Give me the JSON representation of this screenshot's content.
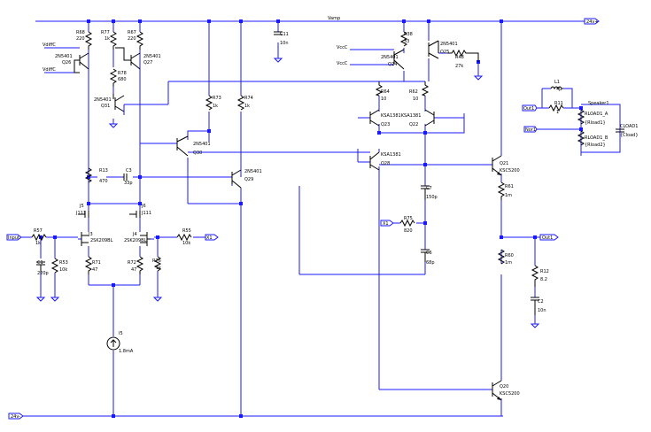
{
  "nets": {
    "vamp": "Vamp",
    "vplus": "24v+",
    "vminus": "24v-",
    "vdiffc_a": "VdiffC",
    "vdiffc_b": "VdiffC",
    "vccc_a": "VccC",
    "vccc_b": "VccC",
    "input": "Input",
    "x1_a": "X1",
    "x1_b": "X1",
    "out1_a": "Out1",
    "out1_b": "Out1",
    "nor1": "Nor1"
  },
  "components": {
    "R68": {
      "ref": "R68",
      "val": "220"
    },
    "R77": {
      "ref": "R77",
      "val": "1k"
    },
    "R67": {
      "ref": "R67",
      "val": "220"
    },
    "Q26": {
      "ref": "2N5401",
      "val": "Q26"
    },
    "Q27": {
      "ref": "2N5401",
      "val": "Q27"
    },
    "R78": {
      "ref": "R78",
      "val": "680"
    },
    "Q31": {
      "ref": "2N5401",
      "val": "Q31"
    },
    "R73": {
      "ref": "R73",
      "val": "1k"
    },
    "R74": {
      "ref": "R74",
      "val": "1k"
    },
    "C11": {
      "ref": "C11",
      "val": "10n"
    },
    "R38": {
      "ref": "R38",
      "val": "33"
    },
    "Q24": {
      "ref": "2N5401",
      "val": "Q24"
    },
    "Q25": {
      "ref": "2N5401",
      "val": "Q25"
    },
    "R48": {
      "ref": "R48",
      "val": "27k"
    },
    "R64": {
      "ref": "R64",
      "val": "10"
    },
    "R62": {
      "ref": "R62",
      "val": "10"
    },
    "Q23": {
      "ref": "KSA1381KSA1381",
      "val": "Q23"
    },
    "Q22": {
      "ref": "",
      "val": "Q22"
    },
    "Q28": {
      "ref": "KSA1381",
      "val": "Q28"
    },
    "Q30": {
      "ref": "2N5401",
      "val": "Q30"
    },
    "Q29": {
      "ref": "2N5401",
      "val": "Q29"
    },
    "R13": {
      "ref": "R13",
      "val": "470"
    },
    "C3": {
      "ref": "C3",
      "val": "33p"
    },
    "J5": {
      "ref": "J5",
      "val": "J111"
    },
    "J6": {
      "ref": "J6",
      "val": "J111"
    },
    "J3": {
      "ref": "J3",
      "val": "2SK209BL"
    },
    "J4": {
      "ref": "J4",
      "val": "2SK209BL"
    },
    "R57": {
      "ref": "R57",
      "val": "1k"
    },
    "R55": {
      "ref": "R55",
      "val": "10k"
    },
    "C1": {
      "ref": "C1",
      "val": "220p"
    },
    "R53": {
      "ref": "R53",
      "val": "10k"
    },
    "R71": {
      "ref": "R71",
      "val": "47"
    },
    "R72": {
      "ref": "R72",
      "val": "47"
    },
    "R76": {
      "ref": "R76",
      "val": "1k"
    },
    "I5": {
      "ref": "I5",
      "val": "1.8mA"
    },
    "C7": {
      "ref": "C7",
      "val": "150p"
    },
    "R75": {
      "ref": "R75",
      "val": "820"
    },
    "C6": {
      "ref": "C6",
      "val": "68p"
    },
    "Q21": {
      "ref": "Q21",
      "val": "KSC5200"
    },
    "R61": {
      "ref": "R61",
      "val": "1m"
    },
    "R60": {
      "ref": "R60",
      "val": "1m"
    },
    "Q20": {
      "ref": "Q20",
      "val": "KSC5200"
    },
    "R12": {
      "ref": "R12",
      "val": "8.2"
    },
    "C2": {
      "ref": "C2",
      "val": "10n"
    },
    "L1": {
      "ref": "L1",
      "val": "4µ"
    },
    "R11": {
      "ref": "R11",
      "val": "1"
    },
    "LOAD": {
      "title": "Speaker1",
      "a": "RLOAD1_A",
      "a_val": "{Rload1}",
      "b": "RLOAD1_B",
      "b_val": "{Rload2}",
      "c": "CLOAD1",
      "c_val": "{Cload}"
    }
  }
}
